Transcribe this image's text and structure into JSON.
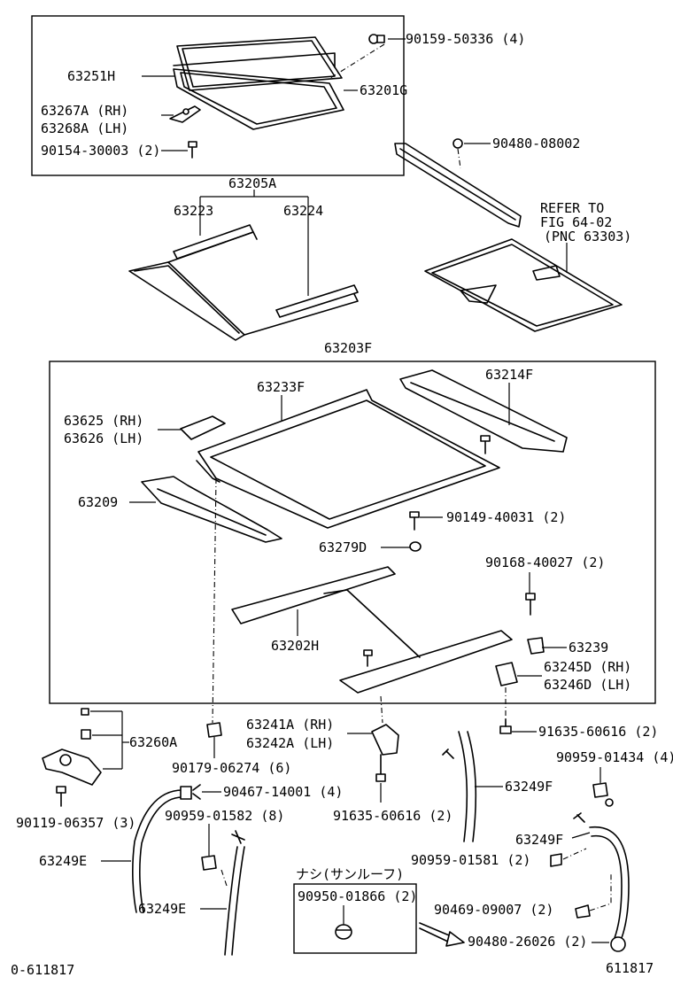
{
  "diagram_id_left": "0-611817",
  "diagram_id_right": "611817",
  "labels": {
    "p90159": "90159-50336 (4)",
    "p63251H": "63251H",
    "p63201G": "63201G",
    "p63267A": "63267A (RH)",
    "p63268A": "63268A (LH)",
    "p90154": "90154-30003 (2)",
    "p90480a": "90480-08002",
    "p63205A": "63205A",
    "p63223": "63223",
    "p63224": "63224",
    "refer1": "REFER TO",
    "refer2": "FIG 64-02",
    "refer3": "(PNC 63303)",
    "p63203F": "63203F",
    "p63233F": "63233F",
    "p63214F": "63214F",
    "p63625": "63625 (RH)",
    "p63626": "63626 (LH)",
    "p63209": "63209",
    "p90149": "90149-40031 (2)",
    "p63279D": "63279D",
    "p90168": "90168-40027 (2)",
    "p63202H": "63202H",
    "p63239": "63239",
    "p63245D": "63245D (RH)",
    "p63246D": "63246D (LH)",
    "p63260A": "63260A",
    "p90179": "90179-06274 (6)",
    "p63241A": "63241A (RH)",
    "p63242A": "63242A (LH)",
    "p91635a": "91635-60616 (2)",
    "p90959a": "90959-01434 (4)",
    "p90119": "90119-06357 (3)",
    "p90467": "90467-14001 (4)",
    "p63249Fa": "63249F",
    "p91635b": "91635-60616 (2)",
    "p90959b": "90959-01582 (8)",
    "p63249Fb": "63249F",
    "p63249Ea": "63249E",
    "nashi": "ナシ(サンルーフ)",
    "p90959c": "90959-01581 (2)",
    "p90950": "90950-01866 (2)",
    "p63249Eb": "63249E",
    "p90469": "90469-09007 (2)",
    "p90480b": "90480-26026 (2)"
  }
}
